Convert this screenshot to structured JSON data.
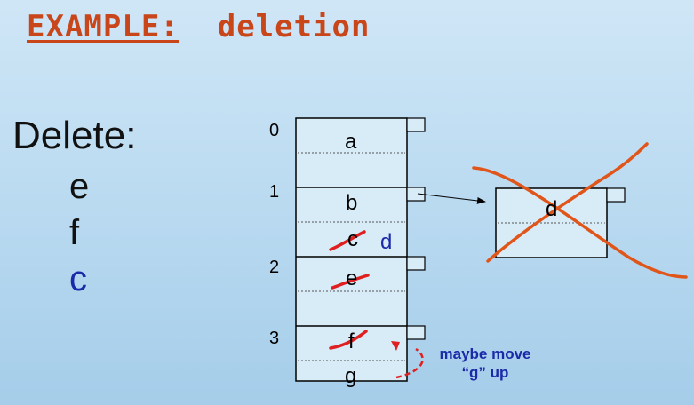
{
  "title": {
    "part1": "EXAMPLE:",
    "part2": "deletion"
  },
  "delete_label": "Delete:",
  "delete_items": [
    "e",
    "f",
    "c"
  ],
  "buckets": [
    {
      "number": "0",
      "records": [
        "a",
        ""
      ]
    },
    {
      "number": "1",
      "records": [
        "b",
        "c"
      ]
    },
    {
      "number": "2",
      "records": [
        "e",
        ""
      ]
    },
    {
      "number": "3",
      "records": [
        "f",
        "g"
      ]
    }
  ],
  "replacement_record": "d",
  "overflow_block": {
    "records": [
      "d",
      ""
    ]
  },
  "note": {
    "line1": "maybe move",
    "line2": "“g” up"
  },
  "colors": {
    "title": "#c8461a",
    "blue_text": "#1a2aa8",
    "strike": "#e02020",
    "overflow_cross": "#e0561a"
  }
}
